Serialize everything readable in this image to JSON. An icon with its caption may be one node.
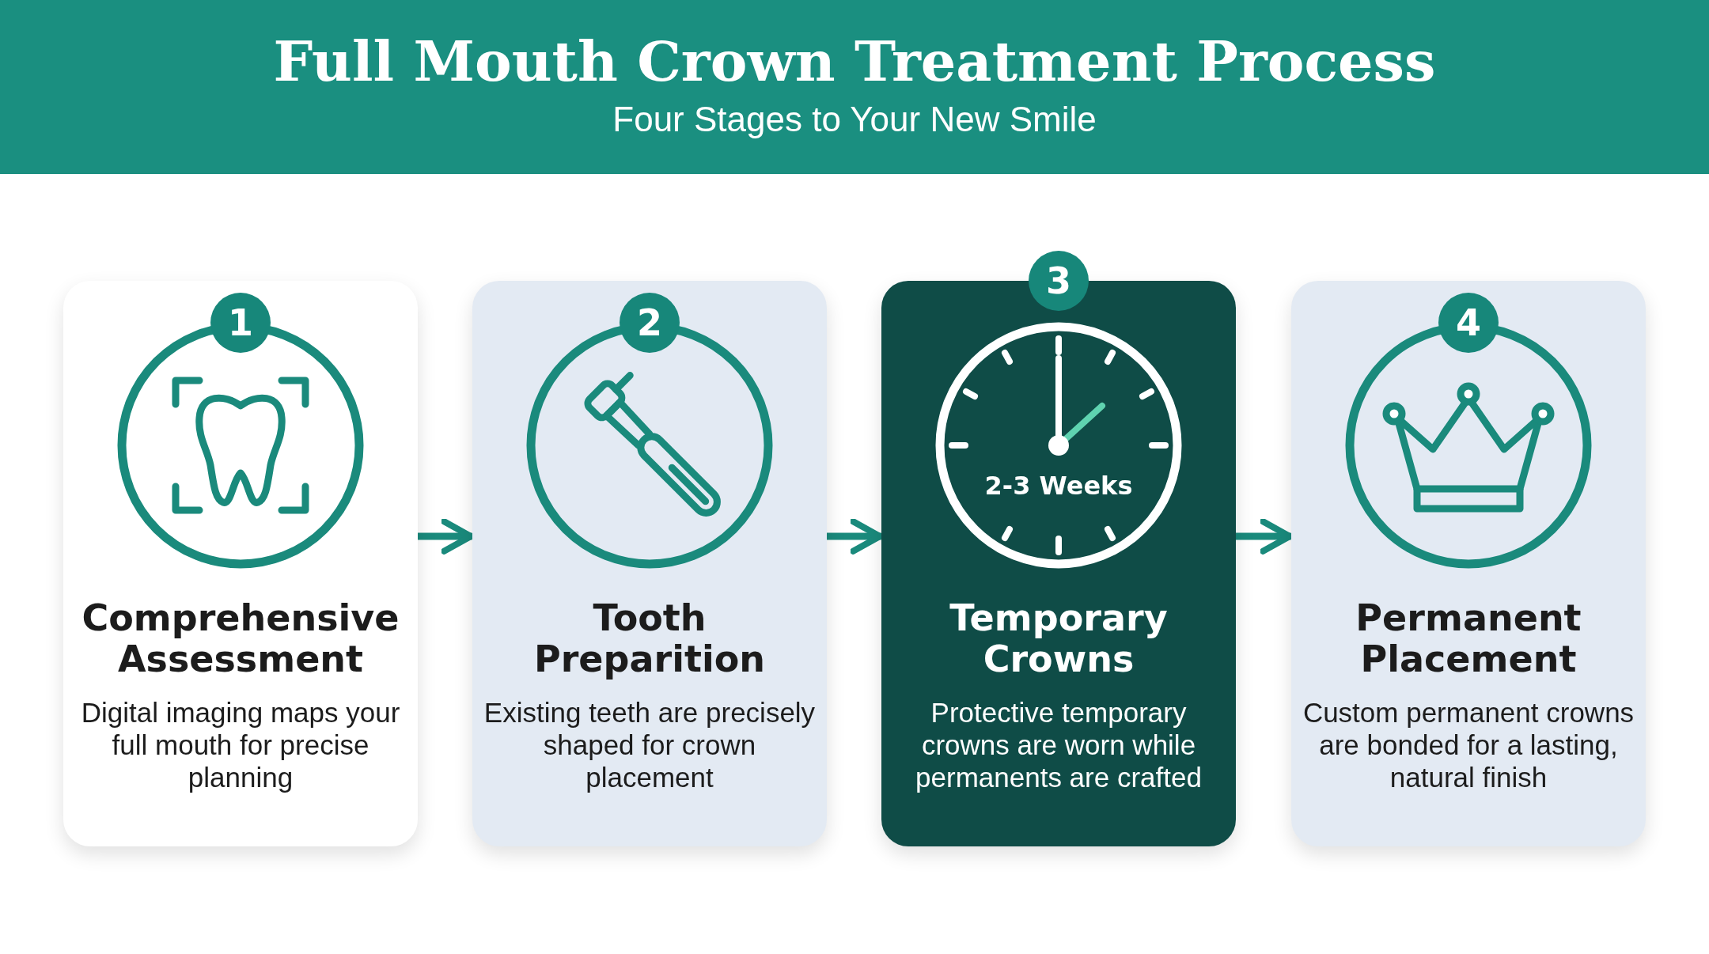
{
  "diagram": {
    "title": "Full Mouth Crown Treatment Process",
    "nodes": [
      {
        "text": [
          "1",
          "Comprehensive Assessment",
          "Digital imaging maps your full mouth for precise planning"
        ]
      },
      {
        "text": [
          "2",
          "Tooth Preparition",
          "Existing teeth are precisely shaped for crown placement"
        ]
      },
      {
        "text": [
          "3",
          "2-3 Weeks",
          "Temporary Crowns",
          "Protective temporary crowns are worn while permanents are crafted"
        ]
      },
      {
        "text": [
          "4",
          "Permanent Placement",
          "Custom permanent crowns are bonded for a lasting, natural finish"
        ]
      }
    ],
    "edges": [
      {
        "from": 0,
        "to": 1,
        "arrow": "to"
      },
      {
        "from": 1,
        "to": 2,
        "arrow": "to"
      },
      {
        "from": 2,
        "to": 3,
        "arrow": "to"
      }
    ],
    "labels": [
      "Four Stages to Your New Smile"
    ]
  }
}
